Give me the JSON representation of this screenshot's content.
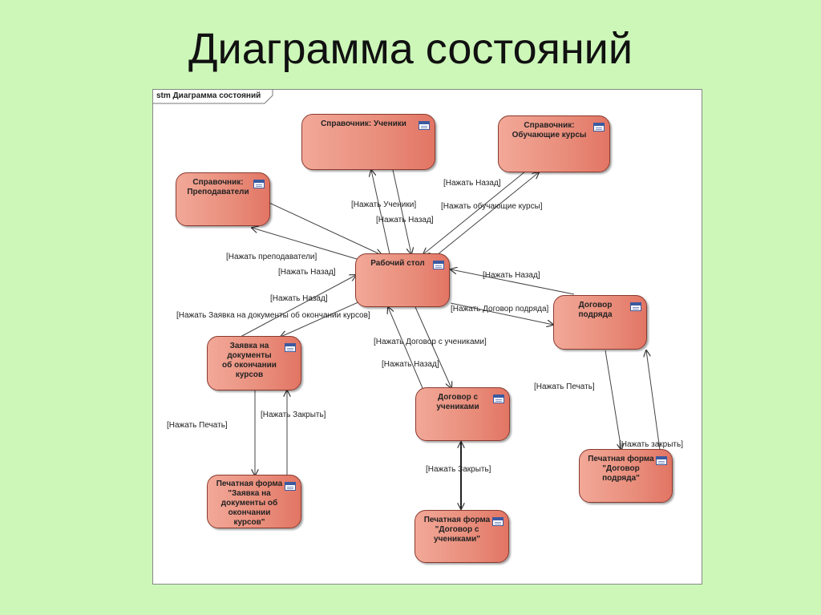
{
  "title": "Диаграмма состояний",
  "frame_label": "stm Диаграмма состояний",
  "states": {
    "students_ref": "Справочник: Ученики",
    "courses_ref": "Справочник: Обучающие курсы",
    "teachers_ref": "Справочник:\nПреподаватели",
    "desktop": "Рабочий стол",
    "contract_work": "Договор подряда",
    "application": "Заявка на документы\nоб окончании курсов",
    "contract_students": "Договор с учениками",
    "print_contract_work": "Печатная форма\n\"Договор подряда\"",
    "print_application": "Печатная форма\n\"Заявка на\nдокументы об\nокончании курсов\"",
    "print_contract_students": "Печатная форма\n\"Договор с\nучениками\""
  },
  "transitions": {
    "press_students": "[Нажать Ученики]",
    "back_from_students": "[Нажать Назад]",
    "back_from_courses": "[Нажать Назад]",
    "press_courses": "[Нажать обучающие курсы]",
    "press_teachers": "[Нажать преподаватели]",
    "back_from_teachers": "[Нажать Назад]",
    "back_from_application": "[Нажать Назад]",
    "press_application": "[Нажать Заявка на документы об окончании курсов]",
    "back_from_contract_work": "[Нажать Назад]",
    "press_contract_work": "[Нажать Договор подряда]",
    "press_contract_students": "[Нажать Договор с учениками]",
    "back_from_contract_students": "[Нажать Назад]",
    "print_application": "[Нажать Печать]",
    "close_application_print": "[Нажать Закрыть]",
    "print_contract_work": "[Нажать Печать]",
    "close_contract_work_print": "[Нажать закрыть]",
    "close_contract_students_print": "[Нажать Закрыть]"
  }
}
